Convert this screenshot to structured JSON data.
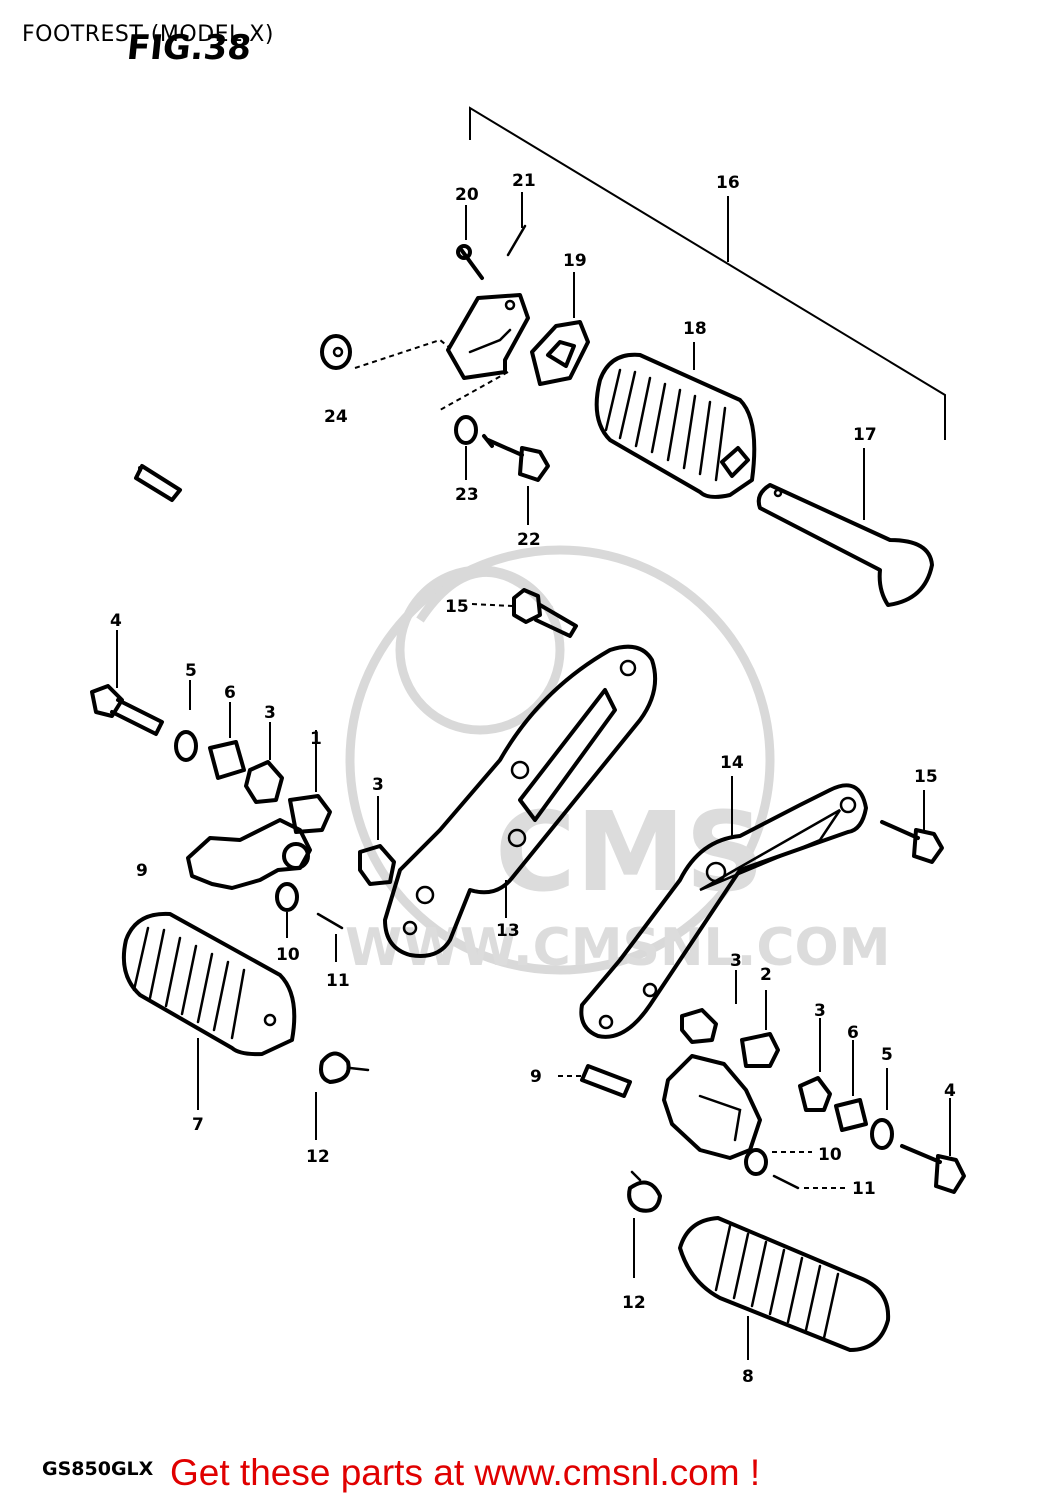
{
  "header": {
    "title": "FOOTREST (MODEL X)",
    "figure": "FIG.38"
  },
  "footer": {
    "model_code": "GS850GLX",
    "promo": "Get these parts at www.cmsnl.com !"
  },
  "watermark": {
    "brand": "CMS",
    "url": "WWW.CMSNL.COM"
  },
  "callouts": [
    {
      "id": "c16",
      "text": "16"
    },
    {
      "id": "c20",
      "text": "20"
    },
    {
      "id": "c21",
      "text": "21"
    },
    {
      "id": "c19",
      "text": "19"
    },
    {
      "id": "c18",
      "text": "18"
    },
    {
      "id": "c24",
      "text": "24"
    },
    {
      "id": "c17",
      "text": "17"
    },
    {
      "id": "c23",
      "text": "23"
    },
    {
      "id": "c22",
      "text": "22"
    },
    {
      "id": "c15a",
      "text": "15"
    },
    {
      "id": "c4a",
      "text": "4"
    },
    {
      "id": "c5a",
      "text": "5"
    },
    {
      "id": "c6a",
      "text": "6"
    },
    {
      "id": "c3a",
      "text": "3"
    },
    {
      "id": "c1",
      "text": "1"
    },
    {
      "id": "c3b",
      "text": "3"
    },
    {
      "id": "c14",
      "text": "14"
    },
    {
      "id": "c15b",
      "text": "15"
    },
    {
      "id": "c9a",
      "text": "9"
    },
    {
      "id": "c13",
      "text": "13"
    },
    {
      "id": "c10a",
      "text": "10"
    },
    {
      "id": "c11a",
      "text": "11"
    },
    {
      "id": "c3c",
      "text": "3"
    },
    {
      "id": "c2",
      "text": "2"
    },
    {
      "id": "c3d",
      "text": "3"
    },
    {
      "id": "c6b",
      "text": "6"
    },
    {
      "id": "c5b",
      "text": "5"
    },
    {
      "id": "c4b",
      "text": "4"
    },
    {
      "id": "c9b",
      "text": "9"
    },
    {
      "id": "c7",
      "text": "7"
    },
    {
      "id": "c10b",
      "text": "10"
    },
    {
      "id": "c12a",
      "text": "12"
    },
    {
      "id": "c11b",
      "text": "11"
    },
    {
      "id": "c12b",
      "text": "12"
    },
    {
      "id": "c8",
      "text": "8"
    }
  ]
}
